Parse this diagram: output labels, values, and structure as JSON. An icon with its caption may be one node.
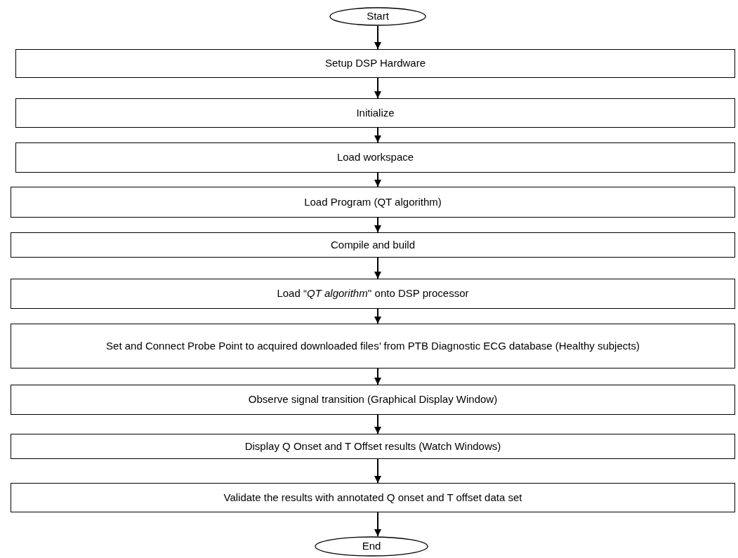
{
  "diagram": {
    "nodes": [
      {
        "text": [
          "Start"
        ]
      },
      {
        "text": [
          "Setup DSP Hardware"
        ]
      },
      {
        "text": [
          "Initialize"
        ]
      },
      {
        "text": [
          "Load workspace"
        ]
      },
      {
        "text": [
          "Load Program (QT algorithm)"
        ]
      },
      {
        "text": [
          "Compile and build"
        ]
      },
      {
        "text": [
          "Load “*QT algorithm*'' onto DSP processor"
        ]
      },
      {
        "text": [
          "Set and Connect Probe Point to acquired downloaded files’ from PTB Diagnostic ECG database (Healthy subjects)"
        ]
      },
      {
        "text": [
          "Observe signal transition (Graphical Display Window)"
        ]
      },
      {
        "text": [
          "Display Q Onset and T Offset results (Watch Windows)"
        ]
      },
      {
        "text": [
          "Validate the results with annotated Q onset and T offset data set"
        ]
      },
      {
        "text": [
          "End"
        ]
      }
    ],
    "edges": [
      {
        "from": 0,
        "to": 1,
        "arrow": "to"
      },
      {
        "from": 1,
        "to": 2,
        "arrow": "to"
      },
      {
        "from": 2,
        "to": 3,
        "arrow": "to"
      },
      {
        "from": 3,
        "to": 4,
        "arrow": "to"
      },
      {
        "from": 4,
        "to": 5,
        "arrow": "to"
      },
      {
        "from": 5,
        "to": 6,
        "arrow": "to"
      },
      {
        "from": 6,
        "to": 7,
        "arrow": "to"
      },
      {
        "from": 7,
        "to": 8,
        "arrow": "to"
      },
      {
        "from": 8,
        "to": 9,
        "arrow": "to"
      },
      {
        "from": 9,
        "to": 10,
        "arrow": "to"
      },
      {
        "from": 10,
        "to": 11,
        "arrow": "to"
      }
    ]
  }
}
